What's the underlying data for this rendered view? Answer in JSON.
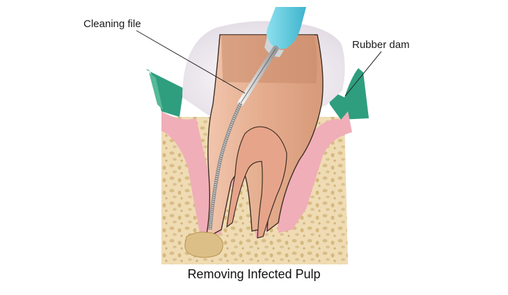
{
  "diagram": {
    "labels": {
      "cleaning_file": "Cleaning file",
      "rubber_dam": "Rubber dam"
    },
    "caption": "Removing Infected Pulp"
  },
  "colors": {
    "bone_fill": "#efdcb4",
    "bone_pores": "#d8bc85",
    "gum_pink": "#f0aeb8",
    "gum_dark": "#d98a98",
    "rubber_dam_green": "#2f9e7e",
    "tooth_crown": "#d99d7c",
    "tooth_root": "#e8b599",
    "pulp": "#c98a68",
    "file_handle": "#5ec9dd",
    "abscess": "#dcbf86"
  }
}
